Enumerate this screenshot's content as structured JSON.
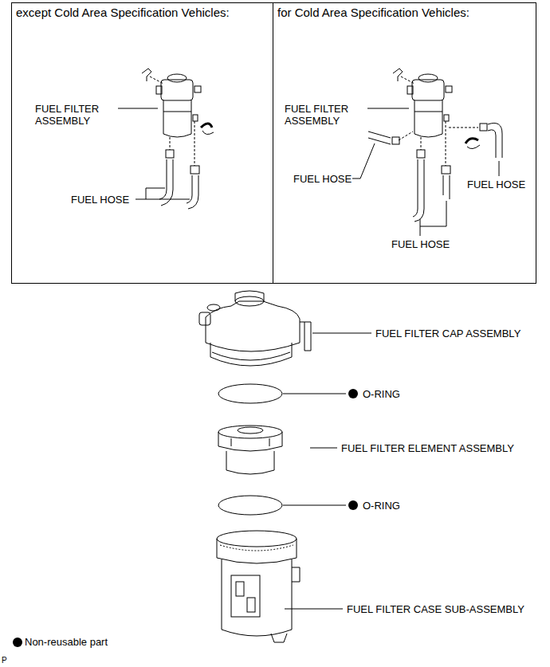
{
  "diagram": {
    "nodes": [
      {
        "text": [
          "except Cold Area Specification Vehicles:"
        ]
      },
      {
        "text": [
          "for Cold Area Specification Vehicles:"
        ]
      }
    ],
    "labels": [
      "FUEL FILTER ASSEMBLY",
      "FUEL HOSE",
      "FUEL FILTER ASSEMBLY",
      "FUEL HOSE",
      "FUEL HOSE",
      "FUEL HOSE",
      "FUEL FILTER CAP ASSEMBLY",
      "O-RING",
      "FUEL FILTER ELEMENT ASSEMBLY",
      "O-RING",
      "FUEL FILTER CASE SUB-ASSEMBLY",
      "P"
    ],
    "legend": [
      {
        "text": "Non-reusable part"
      }
    ]
  }
}
